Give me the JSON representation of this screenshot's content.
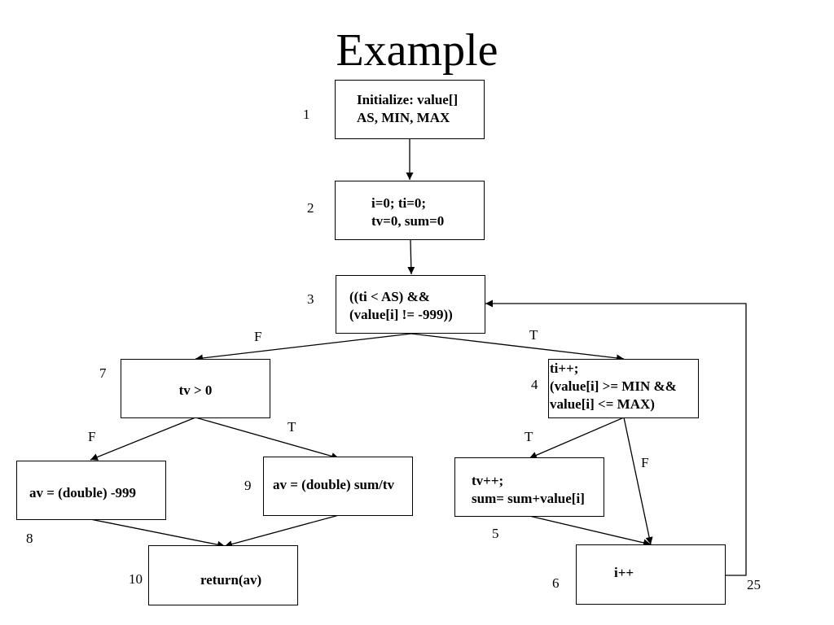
{
  "title": "Example",
  "nodes": {
    "n1": {
      "number": "1",
      "lines": [
        "Initialize: value[]",
        "AS, MIN, MAX"
      ]
    },
    "n2": {
      "number": "2",
      "lines": [
        "i=0; ti=0;",
        "tv=0, sum=0"
      ]
    },
    "n3": {
      "number": "3",
      "lines": [
        "((ti < AS) &&",
        "(value[i] != -999))"
      ]
    },
    "n4": {
      "number": "4",
      "lines": [
        "ti++;",
        "(value[i] >= MIN &&",
        "value[i] <= MAX)"
      ]
    },
    "n5": {
      "number": "5",
      "lines": [
        "tv++;",
        "sum= sum+value[i]"
      ]
    },
    "n6": {
      "number": "6",
      "lines": [
        "i++"
      ]
    },
    "n7": {
      "number": "7",
      "lines": [
        "tv > 0"
      ]
    },
    "n8": {
      "number": "8",
      "lines": [
        "av = (double) -999"
      ]
    },
    "n9": {
      "number": "9",
      "lines": [
        "av = (double) sum/tv"
      ]
    },
    "n10": {
      "number": "10",
      "lines": [
        "return(av)"
      ]
    }
  },
  "edges": {
    "e3_7": "F",
    "e3_4": "T",
    "e7_8": "F",
    "e7_9": "T",
    "e4_5": "T",
    "e4_6": "F"
  },
  "loop_label": "25"
}
